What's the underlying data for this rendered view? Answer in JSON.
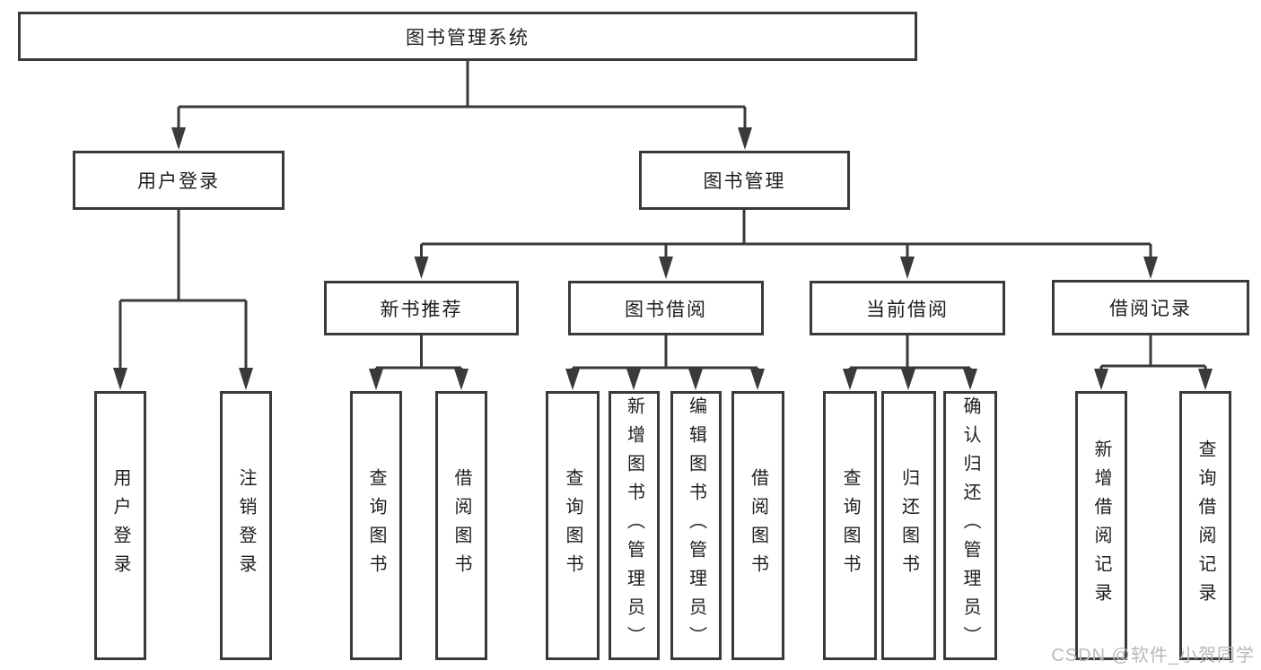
{
  "diagram": {
    "type": "tree",
    "root": {
      "label": "图书管理系统"
    },
    "branches": [
      {
        "label": "用户登录",
        "children": [
          {
            "label": "用户登录"
          },
          {
            "label": "注销登录"
          }
        ]
      },
      {
        "label": "图书管理",
        "children": [
          {
            "label": "新书推荐",
            "children": [
              {
                "label": "查询图书"
              },
              {
                "label": "借阅图书"
              }
            ]
          },
          {
            "label": "图书借阅",
            "children": [
              {
                "label": "查询图书"
              },
              {
                "label": "新增图书（管理员）"
              },
              {
                "label": "编辑图书（管理员）"
              },
              {
                "label": "借阅图书"
              }
            ]
          },
          {
            "label": "当前借阅",
            "children": [
              {
                "label": "查询图书"
              },
              {
                "label": "归还图书"
              },
              {
                "label": "确认归还（管理员）"
              }
            ]
          },
          {
            "label": "借阅记录",
            "children": [
              {
                "label": "新增借阅记录"
              },
              {
                "label": "查询借阅记录"
              }
            ]
          }
        ]
      }
    ]
  },
  "watermark": "CSDN @软件_小贺同学",
  "colors": {
    "line": "#3a3a3a",
    "text": "#1d1d1d",
    "box_bg": "#ffffff",
    "watermark": "#b9b9b9"
  }
}
